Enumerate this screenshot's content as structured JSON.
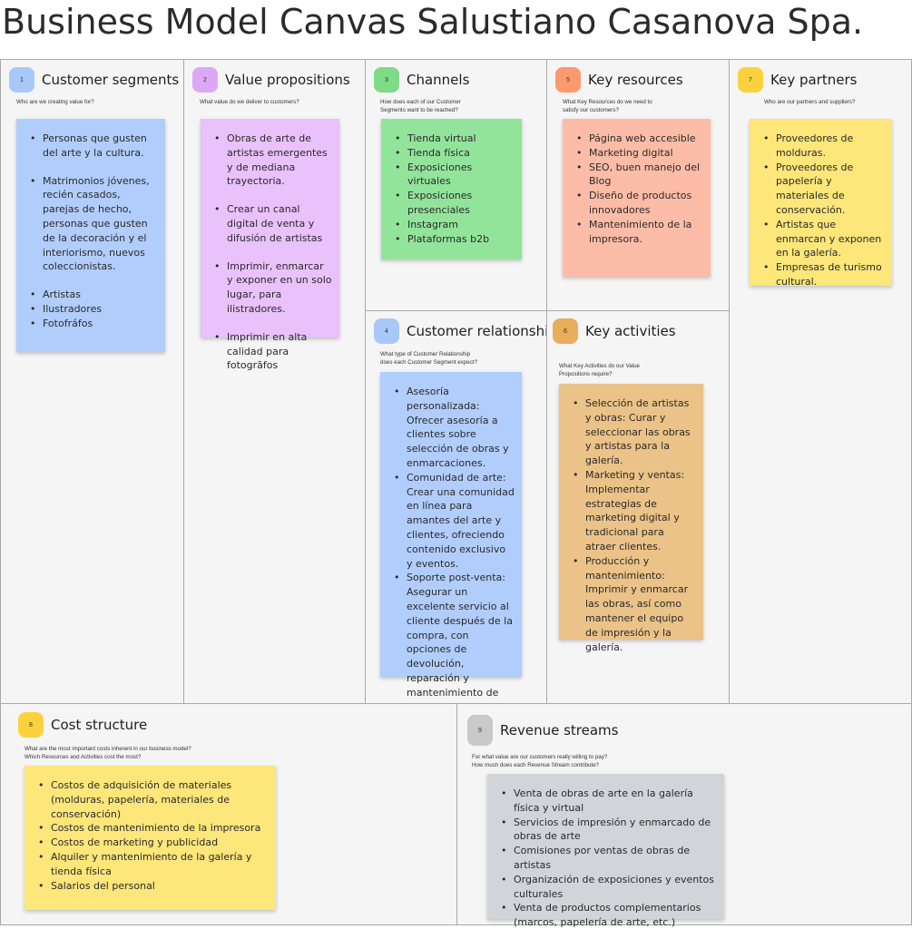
{
  "page": {
    "title": "Business Model Canvas Salustiano Casanova Spa."
  },
  "colors": {
    "blue_note": "#b1cdfc",
    "violet_note": "#e9c1fb",
    "green_note": "#92e49b",
    "salmon_note": "#fdbca7",
    "yellow_note": "#fde67a",
    "orange_note": "#ebc287",
    "gray_note": "#d1d4d9"
  },
  "blocks": {
    "customer_segments": {
      "number": "1",
      "title": "Customer segments",
      "question": "Who are we creating value for?",
      "items": [
        "Personas que gusten del arte y la cultura.",
        "Matrimonios jóvenes, recién casados, parejas de hecho, personas que gusten de la decoración y el interiorismo, nuevos coleccionistas.",
        "Artistas",
        "Ilustradores",
        "Fotofráfos"
      ]
    },
    "value_propositions": {
      "number": "2",
      "title": "Value propositions",
      "question": "What value do we deliver to customers?",
      "items": [
        "Obras de arte de artistas emergentes y de mediana trayectoria.",
        "Crear un canal digital de venta y difusión de artistas",
        "Imprimir, enmarcar y exponer en un solo lugar, para ilistradores.",
        "Imprimir en alta calidad para fotogrāfos"
      ]
    },
    "channels": {
      "number": "3",
      "title": "Channels",
      "question": "How does each of our Customer\nSegments want to be reached?",
      "items": [
        "Tienda virtual",
        "Tienda física",
        "Exposiciones virtuales",
        "Exposiciones presenciales",
        "Instagram",
        "Plataformas b2b"
      ]
    },
    "key_resources": {
      "number": "5",
      "title": "Key resources",
      "question": "What Key Resources do we need to\nsatisfy our customers?",
      "items": [
        "Página web accesible",
        "Marketing digital",
        "SEO, buen manejo del Blog",
        "Diseño de productos innovadores",
        "Mantenimiento de la impresora."
      ]
    },
    "key_partners": {
      "number": "7",
      "title": "Key partners",
      "question": "Who are our partners and suppliers?",
      "items": [
        "Proveedores de molduras.",
        "Proveedores de papelería y materiales de conservación.",
        "Artistas que enmarcan y exponen en la galería.",
        "Empresas de turismo cultural."
      ]
    },
    "customer_relationships": {
      "number": "4",
      "title": "Customer relationships",
      "question": "What type of Customer Relationship\ndoes each Customer Segment expect?",
      "items": [
        "Asesoría personalizada: Ofrecer asesoría a clientes sobre selección de obras y enmarcaciones.",
        "Comunidad de arte: Crear una comunidad en línea para amantes del arte y clientes, ofreciendo contenido exclusivo y eventos.",
        "Soporte post-venta: Asegurar un excelente servicio al cliente después de la compra, con opciones de devolución, reparación y mantenimiento de obras."
      ]
    },
    "key_activities": {
      "number": "6",
      "title": "Key activities",
      "question": "What Key Activities do our Value\nPropositions require?",
      "items": [
        "Selección de artistas y obras: Curar y seleccionar las obras y artistas para la galería.",
        "Marketing y ventas: Implementar estrategias de marketing digital y tradicional para atraer clientes.",
        " Producción y mantenimiento: Imprimir y enmarcar las obras, así como mantener el equipo de impresión y la galería."
      ]
    },
    "cost_structure": {
      "number": "8",
      "title": "Cost structure",
      "question": "What are the most important costs inherent in our business model?\nWhich Resources and Activities cost the most?",
      "items": [
        "Costos de adquisición de materiales (molduras, papelería, materiales de conservación)",
        "Costos de mantenimiento de la impresora",
        "Costos de marketing y publicidad",
        " Alquiler y mantenimiento de la galería y tienda física",
        " Salarios del personal"
      ]
    },
    "revenue_streams": {
      "number": "9",
      "title": "Revenue streams",
      "question": "For what value are our customers really willing to pay?\nHow much does each Revenue Stream contribute?",
      "items": [
        "Venta de obras de arte en la galería física y virtual",
        "Servicios de impresión y enmarcado de obras de arte",
        "Comisiones por ventas de obras de artistas",
        "Organización de exposiciones y eventos culturales",
        "Venta de productos complementarios (marcos, papelería de arte, etc.)"
      ]
    }
  }
}
